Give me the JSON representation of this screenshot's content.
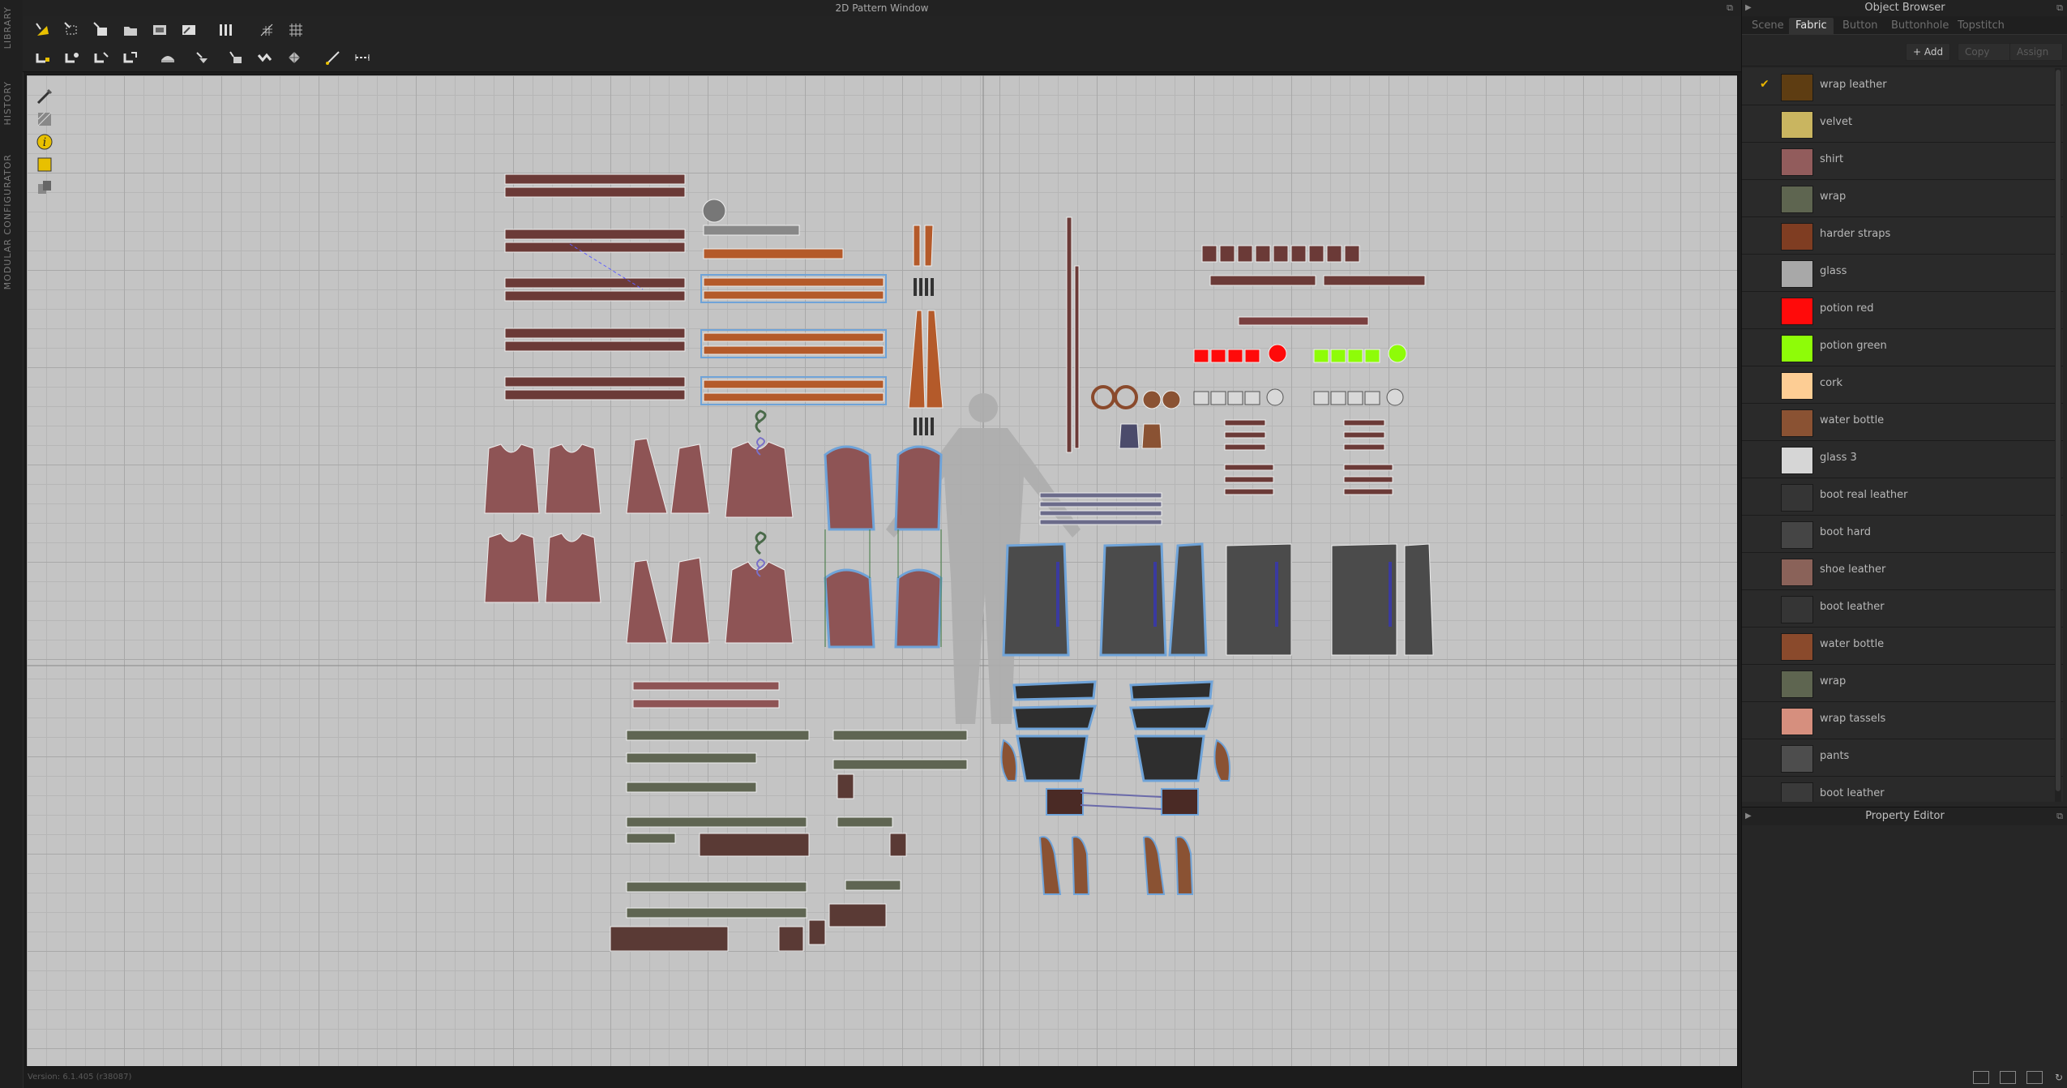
{
  "left_tabs": [
    "LIBRARY",
    "HISTORY",
    "MODULAR CONFIGURATOR"
  ],
  "pattern_window": {
    "title": "2D Pattern Window",
    "status": "Version: 6.1.405 (r38087)"
  },
  "object_browser": {
    "title": "Object Browser",
    "tabs": [
      "Scene",
      "Fabric",
      "Button",
      "Buttonhole",
      "Topstitch"
    ],
    "active_tab": "Fabric",
    "actions": {
      "add": "+ Add",
      "copy": "Copy",
      "assign": "Assign"
    },
    "fabrics": [
      {
        "name": "wrap leather",
        "color": "#5e3d12",
        "selected": true
      },
      {
        "name": "velvet",
        "color": "#c9b560"
      },
      {
        "name": "shirt",
        "color": "#925c5c"
      },
      {
        "name": "wrap",
        "color": "#5e6550"
      },
      {
        "name": "harder straps",
        "color": "#7f3d22"
      },
      {
        "name": "glass",
        "color": "#a8a8a8"
      },
      {
        "name": "potion red",
        "color": "#ff0a0a"
      },
      {
        "name": "potion green",
        "color": "#8efc08"
      },
      {
        "name": "cork",
        "color": "#fdcd94"
      },
      {
        "name": "water bottle",
        "color": "#8a5233"
      },
      {
        "name": "glass 3",
        "color": "#d6d6d6"
      },
      {
        "name": "boot real leather",
        "color": "#353535"
      },
      {
        "name": "boot hard",
        "color": "#454545"
      },
      {
        "name": "shoe leather",
        "color": "#8a6259"
      },
      {
        "name": "boot leather",
        "color": "#353535"
      },
      {
        "name": "water bottle",
        "color": "#8a4a2c"
      },
      {
        "name": "wrap",
        "color": "#5e6550"
      },
      {
        "name": "wrap tassels",
        "color": "#d68f7e"
      },
      {
        "name": "pants",
        "color": "#4d4d4d"
      },
      {
        "name": "boot leather",
        "color": "#3a3a3a"
      }
    ]
  },
  "property_editor": {
    "title": "Property Editor"
  },
  "colors": {
    "shirt_piece": "#8e5455",
    "strap_piece": "#b45a2a",
    "leather_band": "#6b3a37",
    "vest_piece": "#4b4b4b",
    "wrap_piece": "#5f6552",
    "boot_piece": "#2e2e2e",
    "selection": "#6fa3d8"
  }
}
